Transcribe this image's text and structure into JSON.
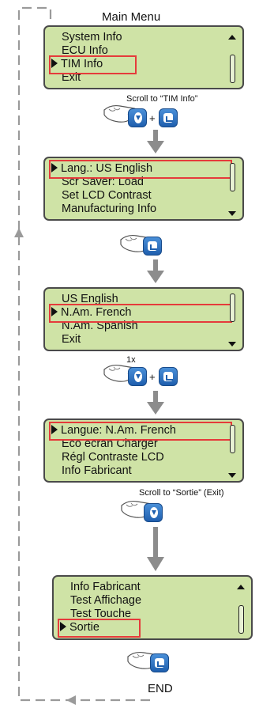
{
  "title": "Main Menu",
  "end_label": "END",
  "screens": [
    {
      "lines": [
        "System Info",
        "ECU Info",
        "TIM Info",
        "Exit"
      ],
      "pointer": 2,
      "highlight": 2
    },
    {
      "lines": [
        "Lang.: US English",
        "Scr Saver:     Load",
        "Set LCD Contrast",
        "Manufacturing Info"
      ],
      "pointer": 0,
      "highlight": 0
    },
    {
      "lines": [
        "US English",
        "N.Am. French",
        "N.Am. Spanish",
        "Exit"
      ],
      "pointer": 1,
      "highlight": 1
    },
    {
      "lines": [
        "Langue:  N.Am. French",
        "Eco ecran Charger",
        "Régl Contraste LCD",
        "Info Fabricant"
      ],
      "pointer": 0,
      "highlight": 0
    },
    {
      "lines": [
        "Info Fabricant",
        "Test Affichage",
        "Test Touche",
        "Sortie"
      ],
      "pointer": 3,
      "highlight": 3
    }
  ],
  "steps": [
    {
      "caption": "Scroll to “TIM Info”",
      "buttons": [
        "down-key",
        "enter-key"
      ]
    },
    {
      "caption": "",
      "buttons": [
        "enter-key"
      ]
    },
    {
      "caption": "1x",
      "buttons": [
        "down-key",
        "enter-key"
      ]
    },
    {
      "caption": "Scroll to “Sortie” (Exit)",
      "buttons": [
        "down-key"
      ]
    },
    {
      "caption": "",
      "buttons": [
        "enter-key"
      ]
    }
  ],
  "colors": {
    "lcd_background": "#cfe3a6",
    "highlight": "#e53b3b",
    "button": "#2a6fc4",
    "arrow": "#8c8c8c",
    "loop_line": "#9a9a9a"
  },
  "icons": [
    "hand-press-icon",
    "down-key-icon",
    "enter-key-icon",
    "pointer-triangle-icon",
    "scroll-up-icon",
    "scroll-down-icon"
  ]
}
